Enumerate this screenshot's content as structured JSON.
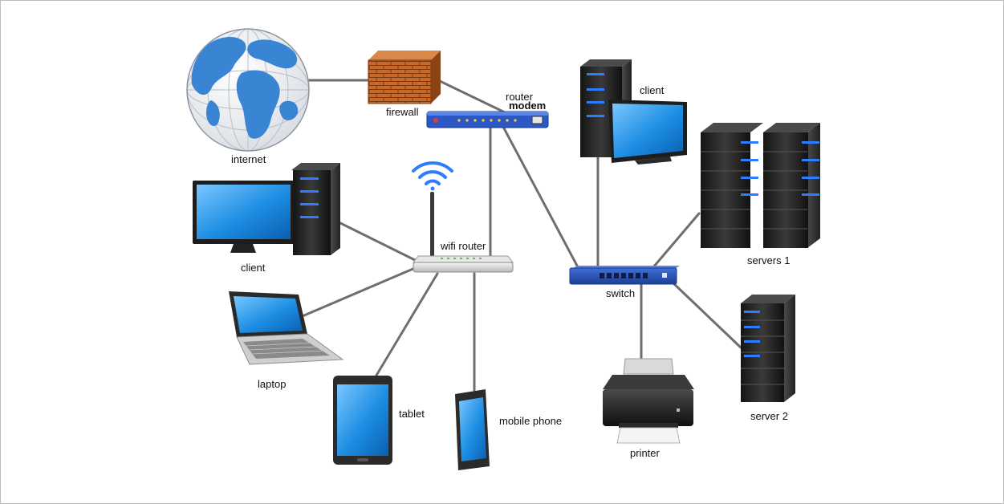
{
  "labels": {
    "internet": "internet",
    "firewall": "firewall",
    "router": "router",
    "modem": "modem",
    "client_top": "client",
    "client_left": "client",
    "servers_1": "servers 1",
    "wifi_router": "wifi router",
    "switch": "switch",
    "laptop": "laptop",
    "tablet": "tablet",
    "mobile_phone": "mobile phone",
    "printer": "printer",
    "server_2": "server 2"
  },
  "colors": {
    "cable": "#6e6e6e",
    "screen_blue": "#1e8fe0",
    "device_dark": "#262626",
    "led_blue": "#2f7dff",
    "router_blue": "#2b58c4",
    "brick": "#b25a1e",
    "globe_land": "#3a84d4"
  },
  "icons": [
    "globe-icon",
    "firewall-icon",
    "modem-router-icon",
    "wifi-signal-icon",
    "wifi-router-icon",
    "switch-icon",
    "desktop-client-icon",
    "client-tower-monitor-icon",
    "server-rack-icon",
    "laptop-icon",
    "tablet-icon",
    "mobile-phone-icon",
    "printer-icon"
  ]
}
